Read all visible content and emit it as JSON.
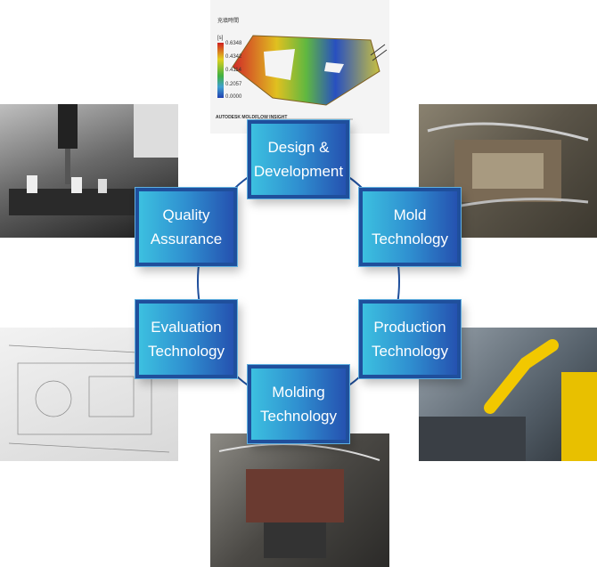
{
  "center_nodes": [
    {
      "line1": "Design &",
      "line2": "Development"
    },
    {
      "line1": "Mold",
      "line2": "Technology"
    },
    {
      "line1": "Production",
      "line2": "Technology"
    },
    {
      "line1": "Molding",
      "line2": "Technology"
    },
    {
      "line1": "Evaluation",
      "line2": "Technology"
    },
    {
      "line1": "Quality",
      "line2": "Assurance"
    }
  ],
  "simulation": {
    "legend_title": "充填時間",
    "legend_unit": "[s]",
    "legend_values": [
      "0.6348",
      "0.4342",
      "0.4114",
      "0.2057",
      "0.0000"
    ],
    "brand": "AUTODESK MOLDFLOW INSIGHT"
  },
  "colors": {
    "box_light": "#3cc0e0",
    "box_dark": "#2552b0",
    "border": "#1f4f9c"
  }
}
